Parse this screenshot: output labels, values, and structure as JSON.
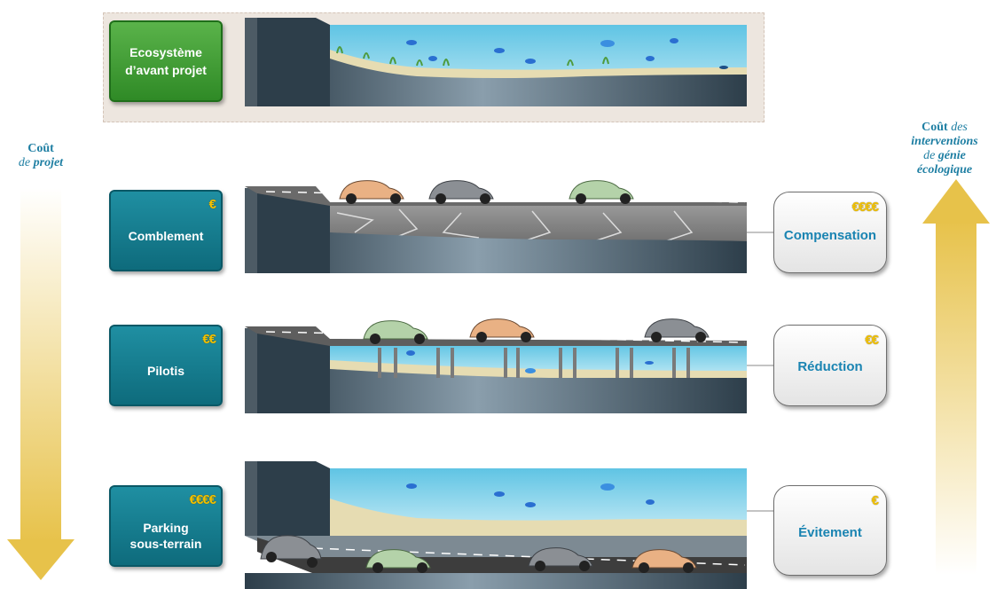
{
  "left_boxes": {
    "ecosystem": {
      "label_line1": "Ecosystème",
      "label_line2": "d’avant projet",
      "color": "#3fa136"
    },
    "comblement": {
      "label": "Comblement",
      "cost": "€"
    },
    "pilotis": {
      "label": "Pilotis",
      "cost": "€€"
    },
    "parking": {
      "label_line1": "Parking",
      "label_line2": "sous-terrain",
      "cost": "€€€€"
    }
  },
  "right_boxes": {
    "compensation": {
      "label": "Compensation",
      "cost": "€€€€"
    },
    "reduction": {
      "label": "Réduction",
      "cost": "€€"
    },
    "evitement": {
      "label": "Évitement",
      "cost": "€"
    }
  },
  "left_arrow": {
    "word1": "Coût",
    "word2": "de",
    "word3": "projet",
    "direction": "down"
  },
  "right_arrow": {
    "word1": "Coût",
    "word2": "des",
    "word3": "interventions",
    "word4": "de",
    "word5": "génie",
    "word6": "écologique",
    "direction": "up"
  },
  "colors": {
    "teal": "#127a8c",
    "green": "#3fa136",
    "arrow": "#e9c64a",
    "water": "#8ed3e8",
    "text_blue": "#1f7fa3"
  }
}
